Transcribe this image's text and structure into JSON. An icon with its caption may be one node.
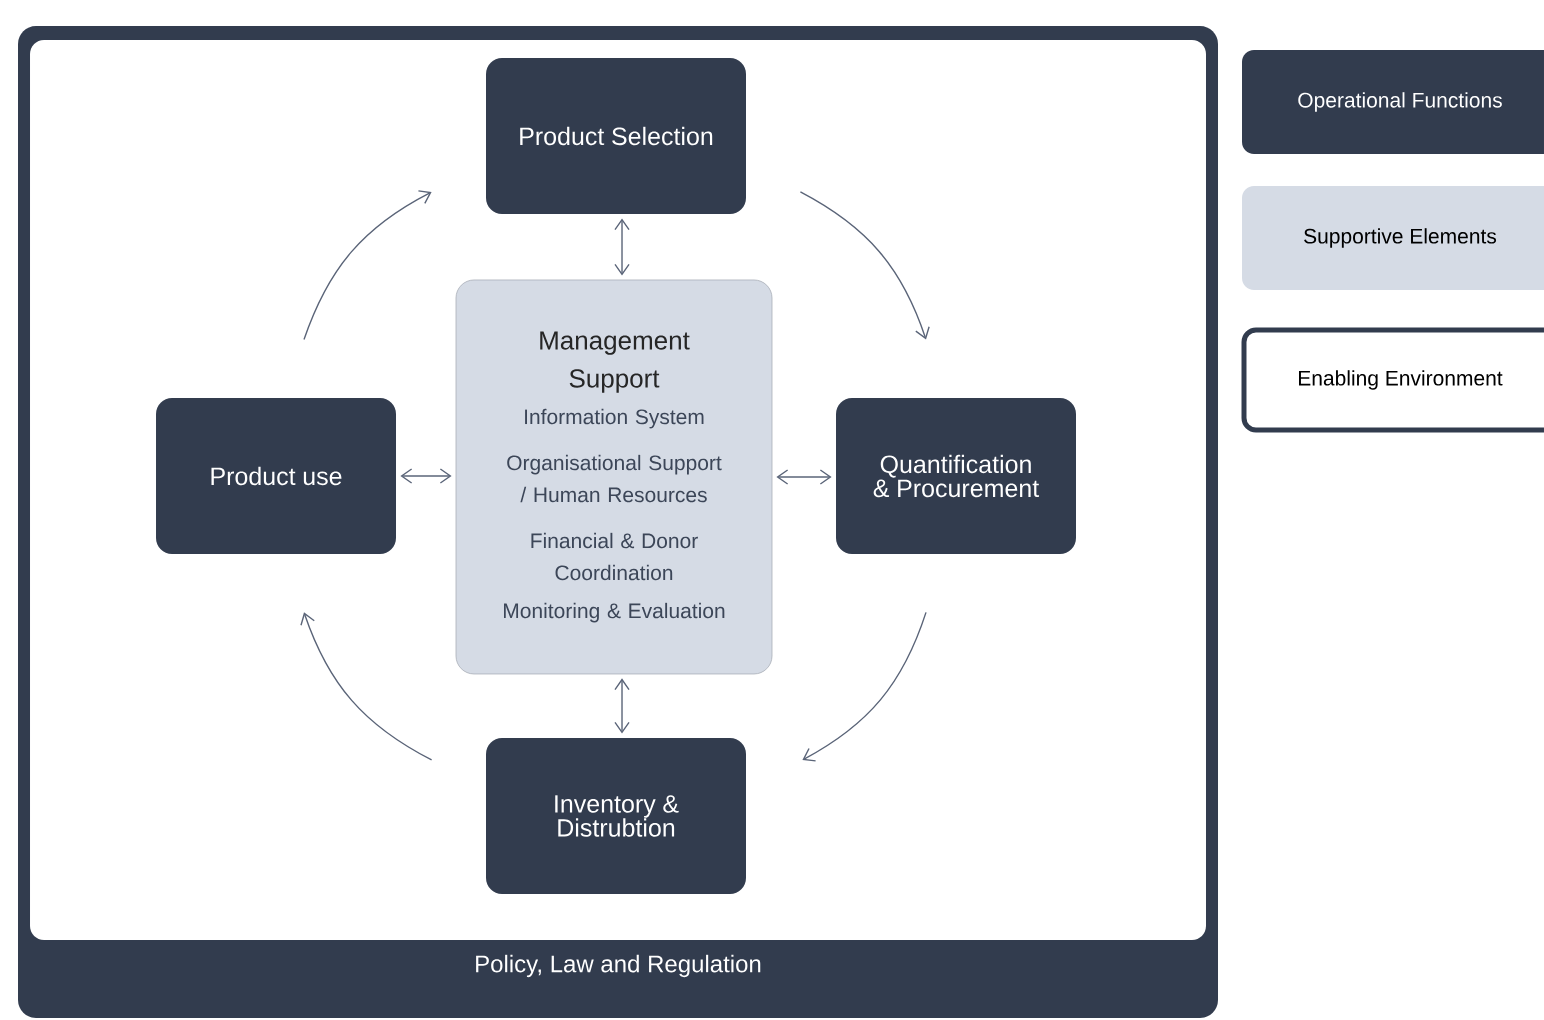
{
  "diagram": {
    "nodes": [
      {
        "text": [
          "Policy, Law and Regulation"
        ]
      },
      {
        "text": [
          "Product Selection"
        ],
        "in": 0
      },
      {
        "text": [
          "Management Support",
          "Information System",
          "Organisational Support / Human Resources",
          "Financial & Donor Coordination",
          "Monitoring & Evaluation"
        ],
        "in": 0
      },
      {
        "text": [
          "Product use"
        ],
        "in": 0
      },
      {
        "text": [
          "Quantification & Procurement"
        ],
        "in": 0
      },
      {
        "text": [
          "Inventory & Distrubtion"
        ],
        "in": 0
      }
    ],
    "edges": [
      {
        "from": 3,
        "to": 1,
        "arrow": "to"
      },
      {
        "from": 1,
        "to": 4,
        "arrow": "to"
      },
      {
        "from": 4,
        "to": 5,
        "arrow": "to"
      },
      {
        "from": 5,
        "to": 3,
        "arrow": "to"
      },
      {
        "from": 1,
        "to": 2,
        "arrow": "both"
      },
      {
        "from": 3,
        "to": 2,
        "arrow": "both"
      },
      {
        "from": 2,
        "to": 4,
        "arrow": "both"
      },
      {
        "from": 2,
        "to": 5,
        "arrow": "both"
      }
    ],
    "legend": [
      {
        "text": "Operational Functions",
        "color": "#323c4e"
      },
      {
        "text": "Supportive Elements",
        "color": "#d5dbe5"
      },
      {
        "text": "Enabling Environment"
      }
    ]
  }
}
